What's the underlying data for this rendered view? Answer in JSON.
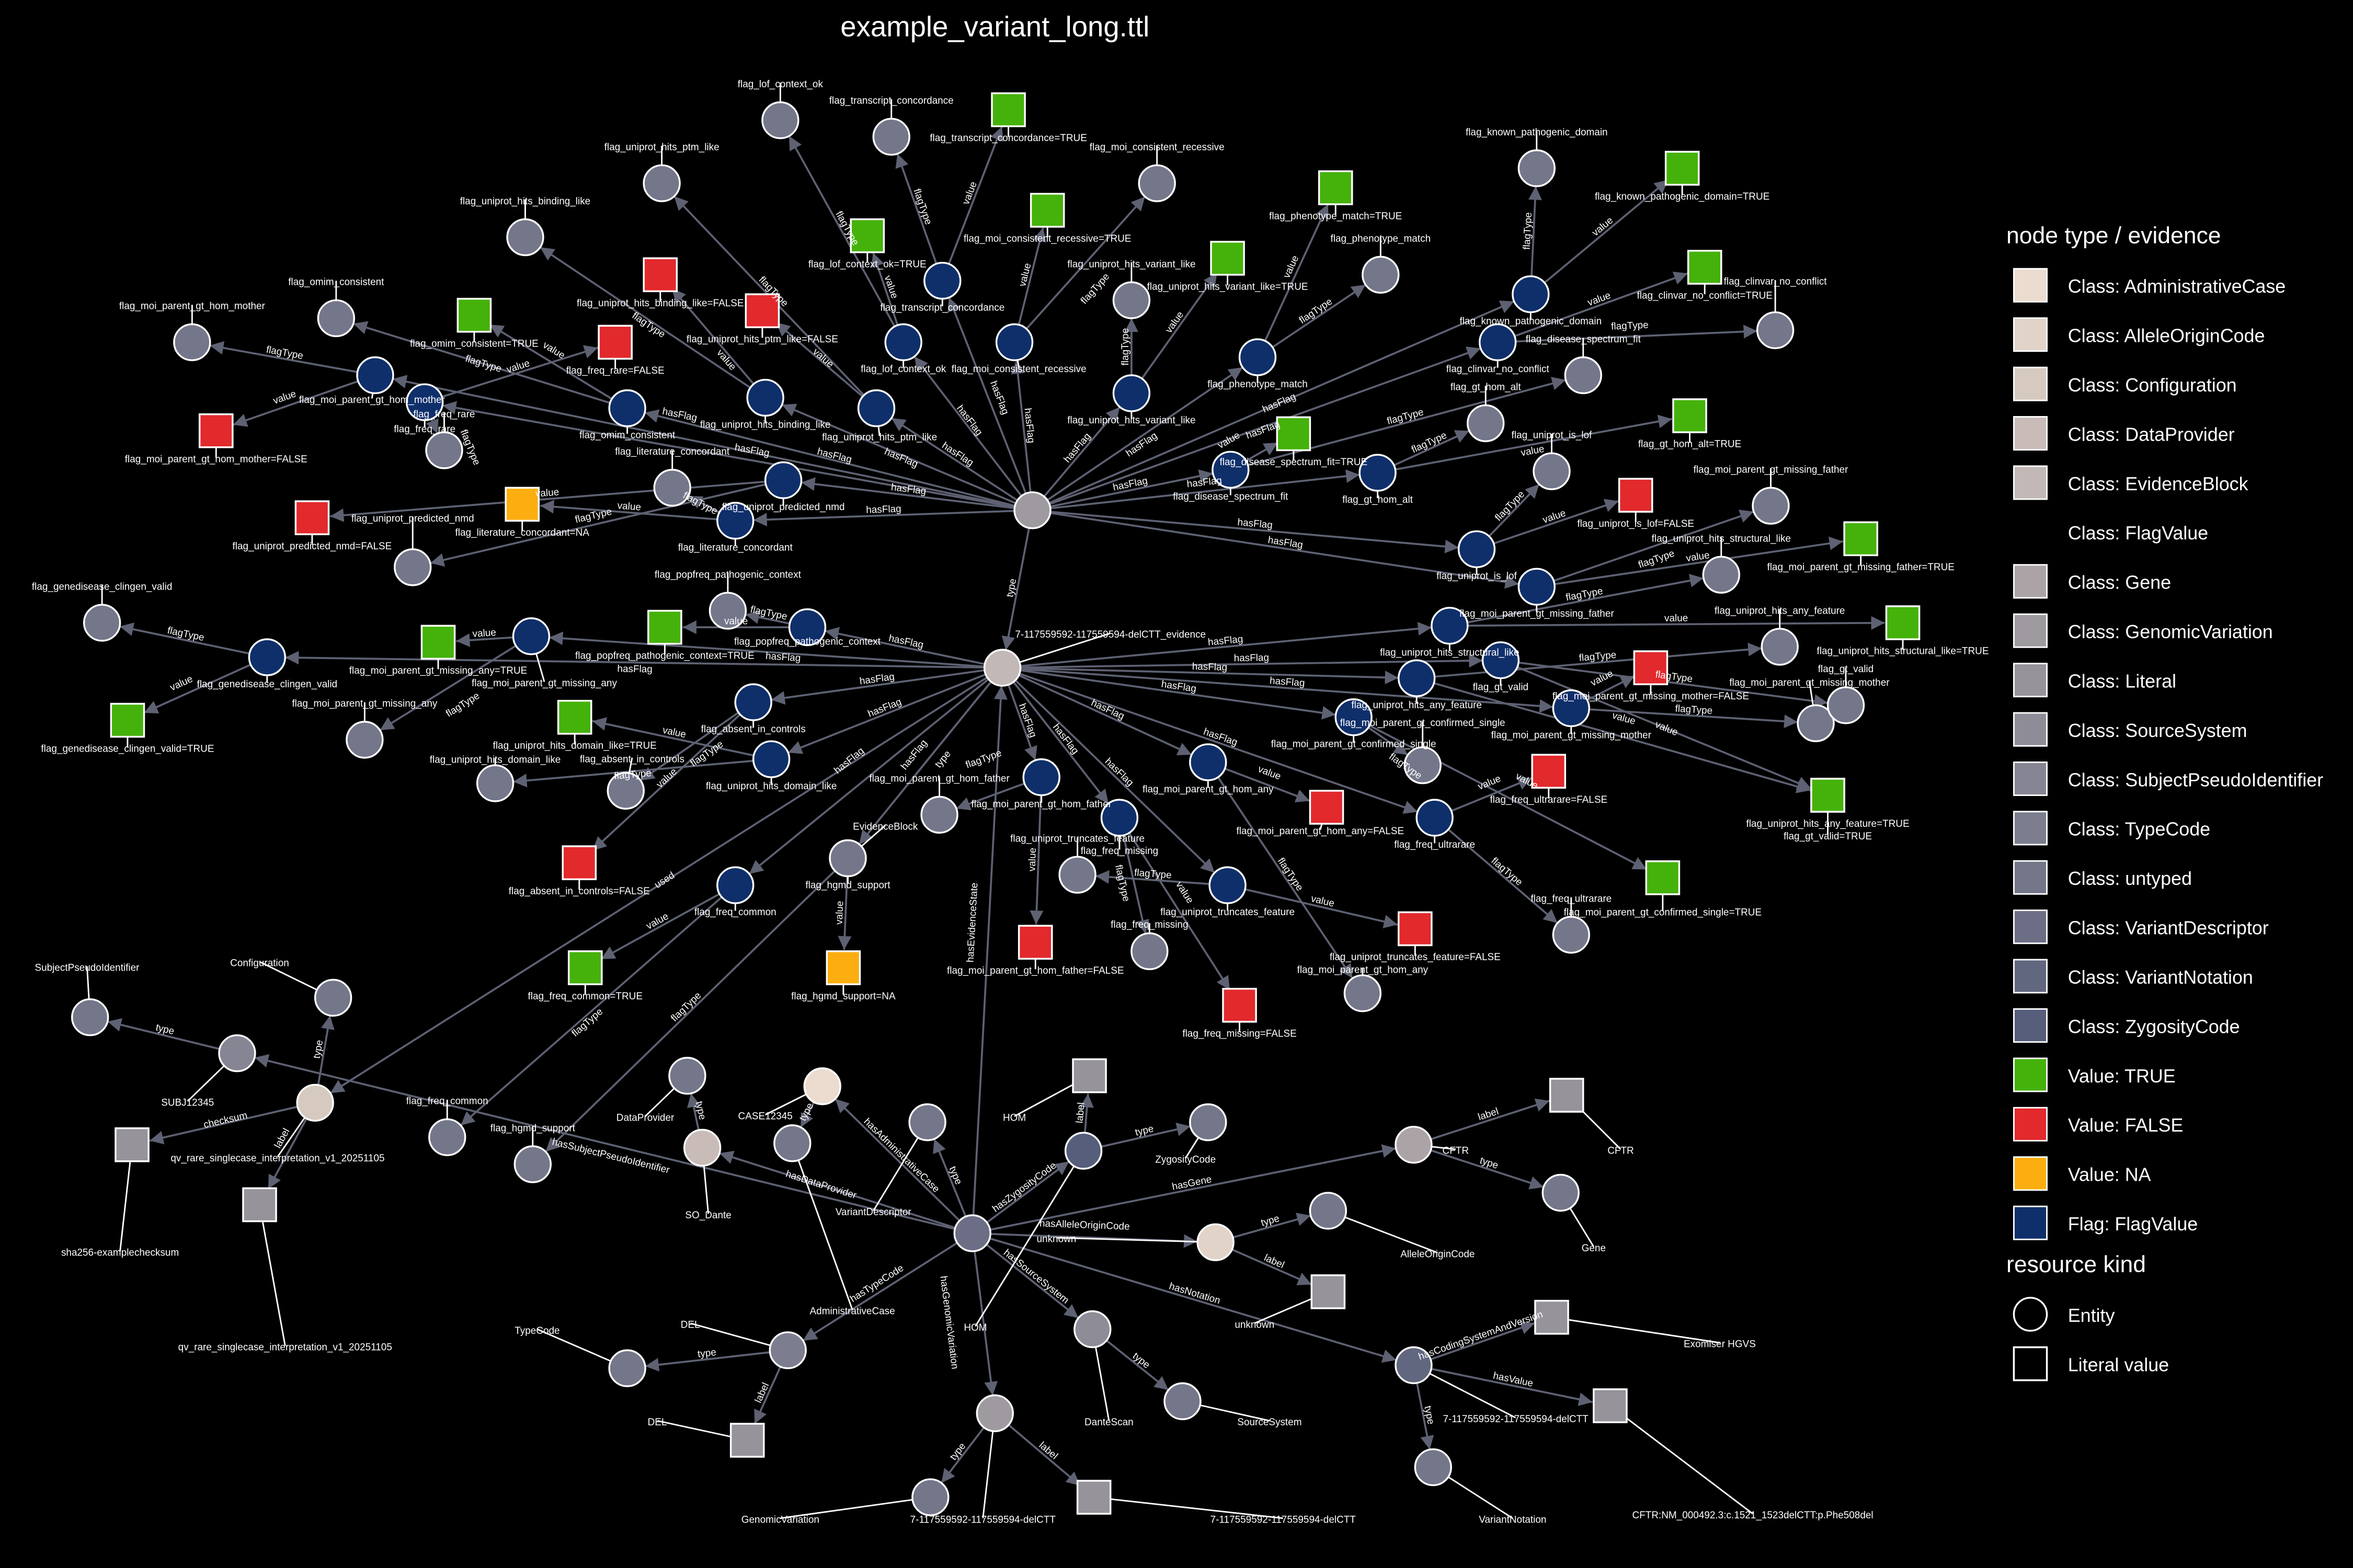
{
  "title": "example_variant_long.ttl",
  "legend": {
    "heading_type": "node type / evidence",
    "items": [
      {
        "label": "Class: AdministrativeCase",
        "color": "#ecdccf"
      },
      {
        "label": "Class: AlleleOriginCode",
        "color": "#e2d3c8"
      },
      {
        "label": "Class: Configuration",
        "color": "#d6cac0"
      },
      {
        "label": "Class: DataProvider",
        "color": "#c9bcb8"
      },
      {
        "label": "Class: EvidenceBlock",
        "color": "#c2b8b5"
      },
      {
        "label": "Class: FlagValue",
        "color": null
      },
      {
        "label": "Class: Gene",
        "color": "#aca3a7"
      },
      {
        "label": "Class: GenomicVariation",
        "color": "#9f9aa0"
      },
      {
        "label": "Class: Literal",
        "color": "#96939b"
      },
      {
        "label": "Class: SourceSystem",
        "color": "#8e8c97"
      },
      {
        "label": "Class: SubjectPseudoIdentifier",
        "color": "#858593"
      },
      {
        "label": "Class: TypeCode",
        "color": "#7c7d8f"
      },
      {
        "label": "Class: untyped",
        "color": "#74768a"
      },
      {
        "label": "Class: VariantDescriptor",
        "color": "#6b6e85"
      },
      {
        "label": "Class: VariantNotation",
        "color": "#626780"
      },
      {
        "label": "Class: ZygosityCode",
        "color": "#565e7b"
      },
      {
        "label": "Value: TRUE",
        "color": "#45b20b"
      },
      {
        "label": "Value: FALSE",
        "color": "#e2292c"
      },
      {
        "label": "Value: NA",
        "color": "#fcae10"
      },
      {
        "label": "Flag: FlagValue",
        "color": "#0f2f6b"
      }
    ],
    "heading_kind": "resource kind",
    "kinds": [
      {
        "label": "Entity",
        "shape": "circle"
      },
      {
        "label": "Literal value",
        "shape": "square"
      }
    ]
  },
  "colors": {
    "AdministrativeCase": "#ecdccf",
    "AlleleOriginCode": "#e2d3c8",
    "Configuration": "#d6cac0",
    "DataProvider": "#c9bcb8",
    "EvidenceBlock": "#c2b8b5",
    "Gene": "#aca3a7",
    "GenomicVariation": "#9f9aa0",
    "Literal": "#96939b",
    "SourceSystem": "#8e8c97",
    "SubjectPseudoIdentifier": "#858593",
    "TypeCode": "#7c7d8f",
    "untyped": "#74768a",
    "VariantDescriptor": "#6b6e85",
    "VariantNotation": "#626780",
    "ZygosityCode": "#565e7b",
    "TRUE": "#45b20b",
    "FALSE": "#e2292c",
    "NA": "#fcae10",
    "Flag": "#0f2f6b",
    "edge": "#5d6172"
  },
  "graph": {
    "hub_label": "7-117559592-117559594-delCTT_evidence",
    "edge_labels": {
      "hasFlag": "hasFlag",
      "value": "value",
      "flagType": "flagType",
      "type": "type"
    },
    "flags": [
      {
        "name": "flag_freq_rare",
        "value": "FALSE"
      },
      {
        "name": "flag_omim_consistent",
        "value": "TRUE"
      },
      {
        "name": "flag_uniprot_hits_binding_like",
        "value": "FALSE"
      },
      {
        "name": "flag_uniprot_hits_ptm_like",
        "value": "FALSE"
      },
      {
        "name": "flag_lof_context_ok",
        "value": "TRUE"
      },
      {
        "name": "flag_transcript_concordance",
        "value": "TRUE"
      },
      {
        "name": "flag_moi_consistent_recessive",
        "value": "TRUE"
      },
      {
        "name": "flag_uniprot_hits_variant_like",
        "value": "TRUE"
      },
      {
        "name": "flag_phenotype_match",
        "value": "TRUE"
      },
      {
        "name": "flag_known_pathogenic_domain",
        "value": "TRUE"
      },
      {
        "name": "flag_clinvar_no_conflict",
        "value": "TRUE"
      },
      {
        "name": "flag_disease_spectrum_fit",
        "value": "TRUE"
      },
      {
        "name": "flag_gt_hom_alt",
        "value": "TRUE"
      },
      {
        "name": "flag_uniprot_is_lof",
        "value": "FALSE"
      },
      {
        "name": "flag_moi_parent_gt_missing_father",
        "value": "TRUE"
      },
      {
        "name": "flag_uniprot_hits_structural_like",
        "value": "TRUE"
      },
      {
        "name": "flag_uniprot_hits_any_feature",
        "value": "TRUE"
      },
      {
        "name": "flag_moi_parent_gt_missing_mother",
        "value": "FALSE"
      },
      {
        "name": "flag_gt_valid",
        "value": "TRUE"
      },
      {
        "name": "flag_freq_ultrarare",
        "value": "FALSE"
      },
      {
        "name": "flag_moi_parent_gt_confirmed_single",
        "value": "TRUE"
      },
      {
        "name": "flag_uniprot_truncates_feature",
        "value": "FALSE"
      },
      {
        "name": "flag_moi_parent_gt_hom_any",
        "value": "FALSE"
      },
      {
        "name": "flag_freq_missing",
        "value": "FALSE"
      },
      {
        "name": "flag_moi_parent_gt_hom_father",
        "value": "FALSE"
      },
      {
        "name": "flag_uniprot_hits_domain_like",
        "value": "TRUE"
      },
      {
        "name": "flag_absent_in_controls",
        "value": "FALSE"
      },
      {
        "name": "flag_hgmd_support",
        "value": "NA"
      },
      {
        "name": "flag_freq_common",
        "value": "TRUE"
      },
      {
        "name": "flag_popfreq_pathogenic_context",
        "value": "TRUE"
      },
      {
        "name": "flag_moi_parent_gt_missing_any",
        "value": "TRUE"
      },
      {
        "name": "flag_genedisease_clingen_valid",
        "value": "TRUE"
      },
      {
        "name": "flag_literature_concordant",
        "value": "NA"
      },
      {
        "name": "flag_uniprot_predicted_nmd",
        "value": "FALSE"
      },
      {
        "name": "flag_moi_parent_gt_hom_mother",
        "value": "FALSE"
      }
    ],
    "nodes": [
      {
        "id": "hub1",
        "label": "",
        "cls": "GenomicVariation",
        "kind": "entity"
      },
      {
        "id": "hub2",
        "label": "7-117559592-117559594-delCTT_evidence",
        "cls": "EvidenceBlock",
        "kind": "entity"
      },
      {
        "id": "evblockType",
        "label": "EvidenceBlock",
        "cls": "untyped",
        "kind": "entity"
      },
      {
        "id": "vd",
        "label": "",
        "cls": "VariantDescriptor",
        "kind": "entity"
      },
      {
        "id": "case",
        "label": "CASE12345",
        "cls": "AdministrativeCase",
        "kind": "entity"
      },
      {
        "id": "caseType",
        "label": "AdministrativeCase",
        "cls": "untyped",
        "kind": "entity"
      },
      {
        "id": "vdType",
        "label": "VariantDescriptor",
        "cls": "untyped",
        "kind": "entity"
      },
      {
        "id": "dp",
        "label": "SO_Dante",
        "cls": "DataProvider",
        "kind": "entity"
      },
      {
        "id": "dpType",
        "label": "DataProvider",
        "cls": "untyped",
        "kind": "entity"
      },
      {
        "id": "zyg",
        "label": "HOM",
        "cls": "ZygosityCode",
        "kind": "entity"
      },
      {
        "id": "zygLabel",
        "label": "HOM",
        "cls": "Literal",
        "kind": "literal"
      },
      {
        "id": "zygType",
        "label": "ZygosityCode",
        "cls": "untyped",
        "kind": "entity"
      },
      {
        "id": "gene",
        "label": "CFTR",
        "cls": "Gene",
        "kind": "entity"
      },
      {
        "id": "geneLabel",
        "label": "CFTR",
        "cls": "Literal",
        "kind": "literal"
      },
      {
        "id": "geneType",
        "label": "Gene",
        "cls": "untyped",
        "kind": "entity"
      },
      {
        "id": "ao",
        "label": "unknown",
        "cls": "AlleleOriginCode",
        "kind": "entity"
      },
      {
        "id": "aoType",
        "label": "AlleleOriginCode",
        "cls": "untyped",
        "kind": "entity"
      },
      {
        "id": "aoLabel",
        "label": "unknown",
        "cls": "Literal",
        "kind": "literal"
      },
      {
        "id": "ss",
        "label": "DanteScan",
        "cls": "SourceSystem",
        "kind": "entity"
      },
      {
        "id": "ssType",
        "label": "SourceSystem",
        "cls": "untyped",
        "kind": "entity"
      },
      {
        "id": "gv",
        "label": "7-117559592-117559594-delCTT",
        "cls": "GenomicVariation",
        "kind": "entity"
      },
      {
        "id": "gvType",
        "label": "GenomicVariation",
        "cls": "untyped",
        "kind": "entity"
      },
      {
        "id": "gvLabel",
        "label": "7-117559592-117559594-delCTT",
        "cls": "Literal",
        "kind": "literal"
      },
      {
        "id": "vn",
        "label": "7-117559592-117559594-delCTT",
        "cls": "VariantNotation",
        "kind": "entity"
      },
      {
        "id": "vnType",
        "label": "VariantNotation",
        "cls": "untyped",
        "kind": "entity"
      },
      {
        "id": "vnCs",
        "label": "Exomiser HGVS",
        "cls": "Literal",
        "kind": "literal"
      },
      {
        "id": "vnVal",
        "label": "CFTR:NM_000492.3:c.1521_1523delCTT:p.Phe508del",
        "cls": "Literal",
        "kind": "literal"
      },
      {
        "id": "tc",
        "label": "DEL",
        "cls": "TypeCode",
        "kind": "entity"
      },
      {
        "id": "tcType",
        "label": "TypeCode",
        "cls": "untyped",
        "kind": "entity"
      },
      {
        "id": "tcLabel",
        "label": "DEL",
        "cls": "Literal",
        "kind": "literal"
      },
      {
        "id": "cfg",
        "label": "qv_rare_singlecase_interpretation_v1_20251105",
        "cls": "Configuration",
        "kind": "entity"
      },
      {
        "id": "cfgType",
        "label": "Configuration",
        "cls": "untyped",
        "kind": "entity"
      },
      {
        "id": "cfgChk",
        "label": "sha256-examplechecksum",
        "cls": "Literal",
        "kind": "literal"
      },
      {
        "id": "cfgLabel",
        "label": "qv_rare_singlecase_interpretation_v1_20251105",
        "cls": "Literal",
        "kind": "literal"
      },
      {
        "id": "subj",
        "label": "SUBJ12345",
        "cls": "SubjectPseudoIdentifier",
        "kind": "entity"
      },
      {
        "id": "subjType",
        "label": "SubjectPseudoIdentifier",
        "cls": "untyped",
        "kind": "entity"
      }
    ],
    "edges": [
      {
        "from": "hub2",
        "to": "evblockType",
        "label": "type"
      },
      {
        "from": "vd",
        "to": "hub2",
        "label": "hasEvidenceState"
      },
      {
        "from": "vd",
        "to": "case",
        "label": "hasAdministrativeCase"
      },
      {
        "from": "case",
        "to": "caseType",
        "label": "type"
      },
      {
        "from": "vd",
        "to": "vdType",
        "label": "type"
      },
      {
        "from": "vd",
        "to": "dp",
        "label": "hasDataProvider"
      },
      {
        "from": "dp",
        "to": "dpType",
        "label": "type"
      },
      {
        "from": "vd",
        "to": "zyg",
        "label": "hasZygosityCode"
      },
      {
        "from": "zyg",
        "to": "zygLabel",
        "label": "label"
      },
      {
        "from": "zyg",
        "to": "zygType",
        "label": "type"
      },
      {
        "from": "vd",
        "to": "gene",
        "label": "hasGene"
      },
      {
        "from": "gene",
        "to": "geneLabel",
        "label": "label"
      },
      {
        "from": "gene",
        "to": "geneType",
        "label": "type"
      },
      {
        "from": "vd",
        "to": "ao",
        "label": "hasAlleleOriginCode"
      },
      {
        "from": "ao",
        "to": "aoType",
        "label": "type"
      },
      {
        "from": "ao",
        "to": "aoLabel",
        "label": "label"
      },
      {
        "from": "vd",
        "to": "ss",
        "label": "hasSourceSystem"
      },
      {
        "from": "ss",
        "to": "ssType",
        "label": "type"
      },
      {
        "from": "vd",
        "to": "gv",
        "label": "hasGenomicVariation"
      },
      {
        "from": "gv",
        "to": "gvType",
        "label": "type"
      },
      {
        "from": "gv",
        "to": "gvLabel",
        "label": "label"
      },
      {
        "from": "vd",
        "to": "vn",
        "label": "hasNotation"
      },
      {
        "from": "vn",
        "to": "vnType",
        "label": "type"
      },
      {
        "from": "vn",
        "to": "vnCs",
        "label": "hasCodingSystemAndVersion"
      },
      {
        "from": "vn",
        "to": "vnVal",
        "label": "hasValue"
      },
      {
        "from": "vd",
        "to": "tc",
        "label": "hasTypeCode"
      },
      {
        "from": "tc",
        "to": "tcType",
        "label": "type"
      },
      {
        "from": "tc",
        "to": "tcLabel",
        "label": "label"
      },
      {
        "from": "vd",
        "to": "subj",
        "label": "hasSubjectPseudoIdentifier"
      },
      {
        "from": "subj",
        "to": "subjType",
        "label": "type"
      },
      {
        "from": "hub2",
        "to": "cfg",
        "label": "used"
      },
      {
        "from": "cfg",
        "to": "cfgType",
        "label": "type"
      },
      {
        "from": "cfg",
        "to": "cfgChk",
        "label": "checksum"
      },
      {
        "from": "cfg",
        "to": "cfgLabel",
        "label": "label"
      },
      {
        "from": "hub1",
        "to": "hub2",
        "label": "type"
      }
    ]
  }
}
